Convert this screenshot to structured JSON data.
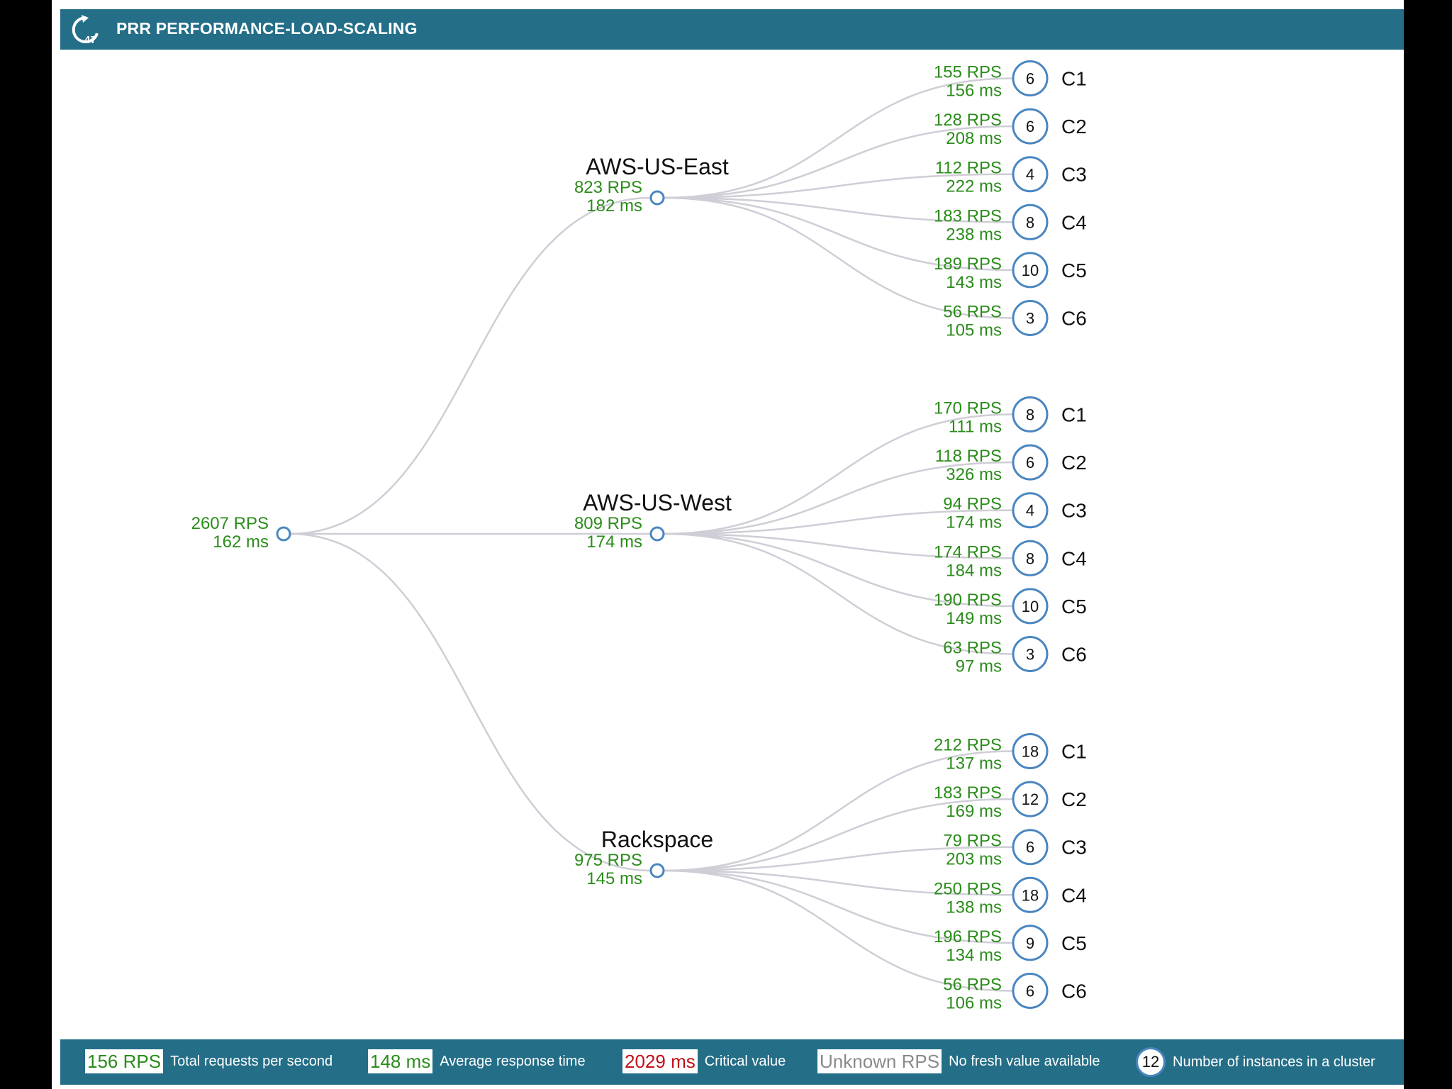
{
  "header": {
    "title": "PRR PERFORMANCE-LOAD-SCALING",
    "logo_badge": "47"
  },
  "colors": {
    "header_bg": "#246e87",
    "ok": "#2a8c1a",
    "critical": "#c0101a",
    "unknown": "#8a8a8a",
    "node_stroke": "#4a86c0",
    "link": "#cfcdd6"
  },
  "root": {
    "rps": "2607 RPS",
    "ms": "162 ms"
  },
  "regions": [
    {
      "name": "AWS-US-East",
      "rps": "823 RPS",
      "ms": "182 ms",
      "clusters": [
        {
          "name": "C1",
          "instances": "6",
          "rps": "155 RPS",
          "ms": "156 ms"
        },
        {
          "name": "C2",
          "instances": "6",
          "rps": "128 RPS",
          "ms": "208 ms"
        },
        {
          "name": "C3",
          "instances": "4",
          "rps": "112 RPS",
          "ms": "222 ms"
        },
        {
          "name": "C4",
          "instances": "8",
          "rps": "183 RPS",
          "ms": "238 ms"
        },
        {
          "name": "C5",
          "instances": "10",
          "rps": "189 RPS",
          "ms": "143 ms"
        },
        {
          "name": "C6",
          "instances": "3",
          "rps": "56 RPS",
          "ms": "105 ms"
        }
      ]
    },
    {
      "name": "AWS-US-West",
      "rps": "809 RPS",
      "ms": "174 ms",
      "clusters": [
        {
          "name": "C1",
          "instances": "8",
          "rps": "170 RPS",
          "ms": "111 ms"
        },
        {
          "name": "C2",
          "instances": "6",
          "rps": "118 RPS",
          "ms": "326 ms"
        },
        {
          "name": "C3",
          "instances": "4",
          "rps": "94 RPS",
          "ms": "174 ms"
        },
        {
          "name": "C4",
          "instances": "8",
          "rps": "174 RPS",
          "ms": "184 ms"
        },
        {
          "name": "C5",
          "instances": "10",
          "rps": "190 RPS",
          "ms": "149 ms"
        },
        {
          "name": "C6",
          "instances": "3",
          "rps": "63 RPS",
          "ms": "97 ms"
        }
      ]
    },
    {
      "name": "Rackspace",
      "rps": "975 RPS",
      "ms": "145 ms",
      "clusters": [
        {
          "name": "C1",
          "instances": "18",
          "rps": "212 RPS",
          "ms": "137 ms"
        },
        {
          "name": "C2",
          "instances": "12",
          "rps": "183 RPS",
          "ms": "169 ms"
        },
        {
          "name": "C3",
          "instances": "6",
          "rps": "79 RPS",
          "ms": "203 ms"
        },
        {
          "name": "C4",
          "instances": "18",
          "rps": "250 RPS",
          "ms": "138 ms"
        },
        {
          "name": "C5",
          "instances": "9",
          "rps": "196 RPS",
          "ms": "134 ms"
        },
        {
          "name": "C6",
          "instances": "6",
          "rps": "56 RPS",
          "ms": "106 ms"
        }
      ]
    }
  ],
  "legend": [
    {
      "badge": "156 RPS",
      "label": "Total requests per second",
      "color": "#2a8c1a"
    },
    {
      "badge": "148 ms",
      "label": "Average response time",
      "color": "#2a8c1a"
    },
    {
      "badge": "2029 ms",
      "label": "Critical value",
      "color": "#c0101a"
    },
    {
      "badge": "Unknown RPS",
      "label": "No fresh value available",
      "color": "#8a8a8a"
    },
    {
      "badge": "12",
      "label": "Number of instances in a cluster",
      "color": "#111111"
    }
  ]
}
